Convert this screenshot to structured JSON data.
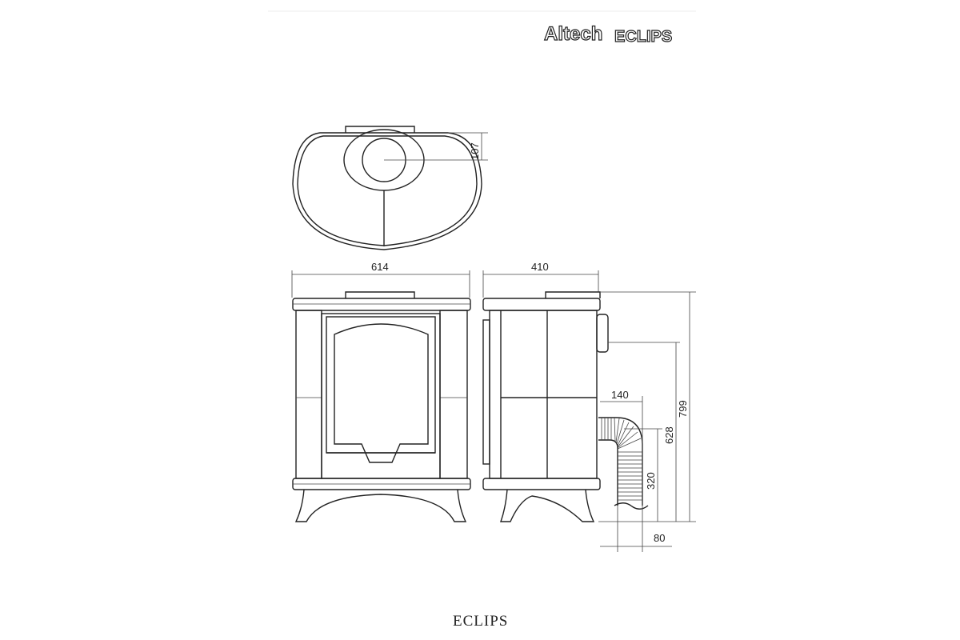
{
  "logo": {
    "brand": "Altech",
    "model": "ECLIPS"
  },
  "title": "ECLIPS",
  "dimensions": {
    "flue_offset": "107",
    "width": "614",
    "depth": "410",
    "rear_flue_offset": "140",
    "rear_flue_height": "628",
    "total_height": "799",
    "pipe_height": "320",
    "pipe_to_wall": "80"
  }
}
